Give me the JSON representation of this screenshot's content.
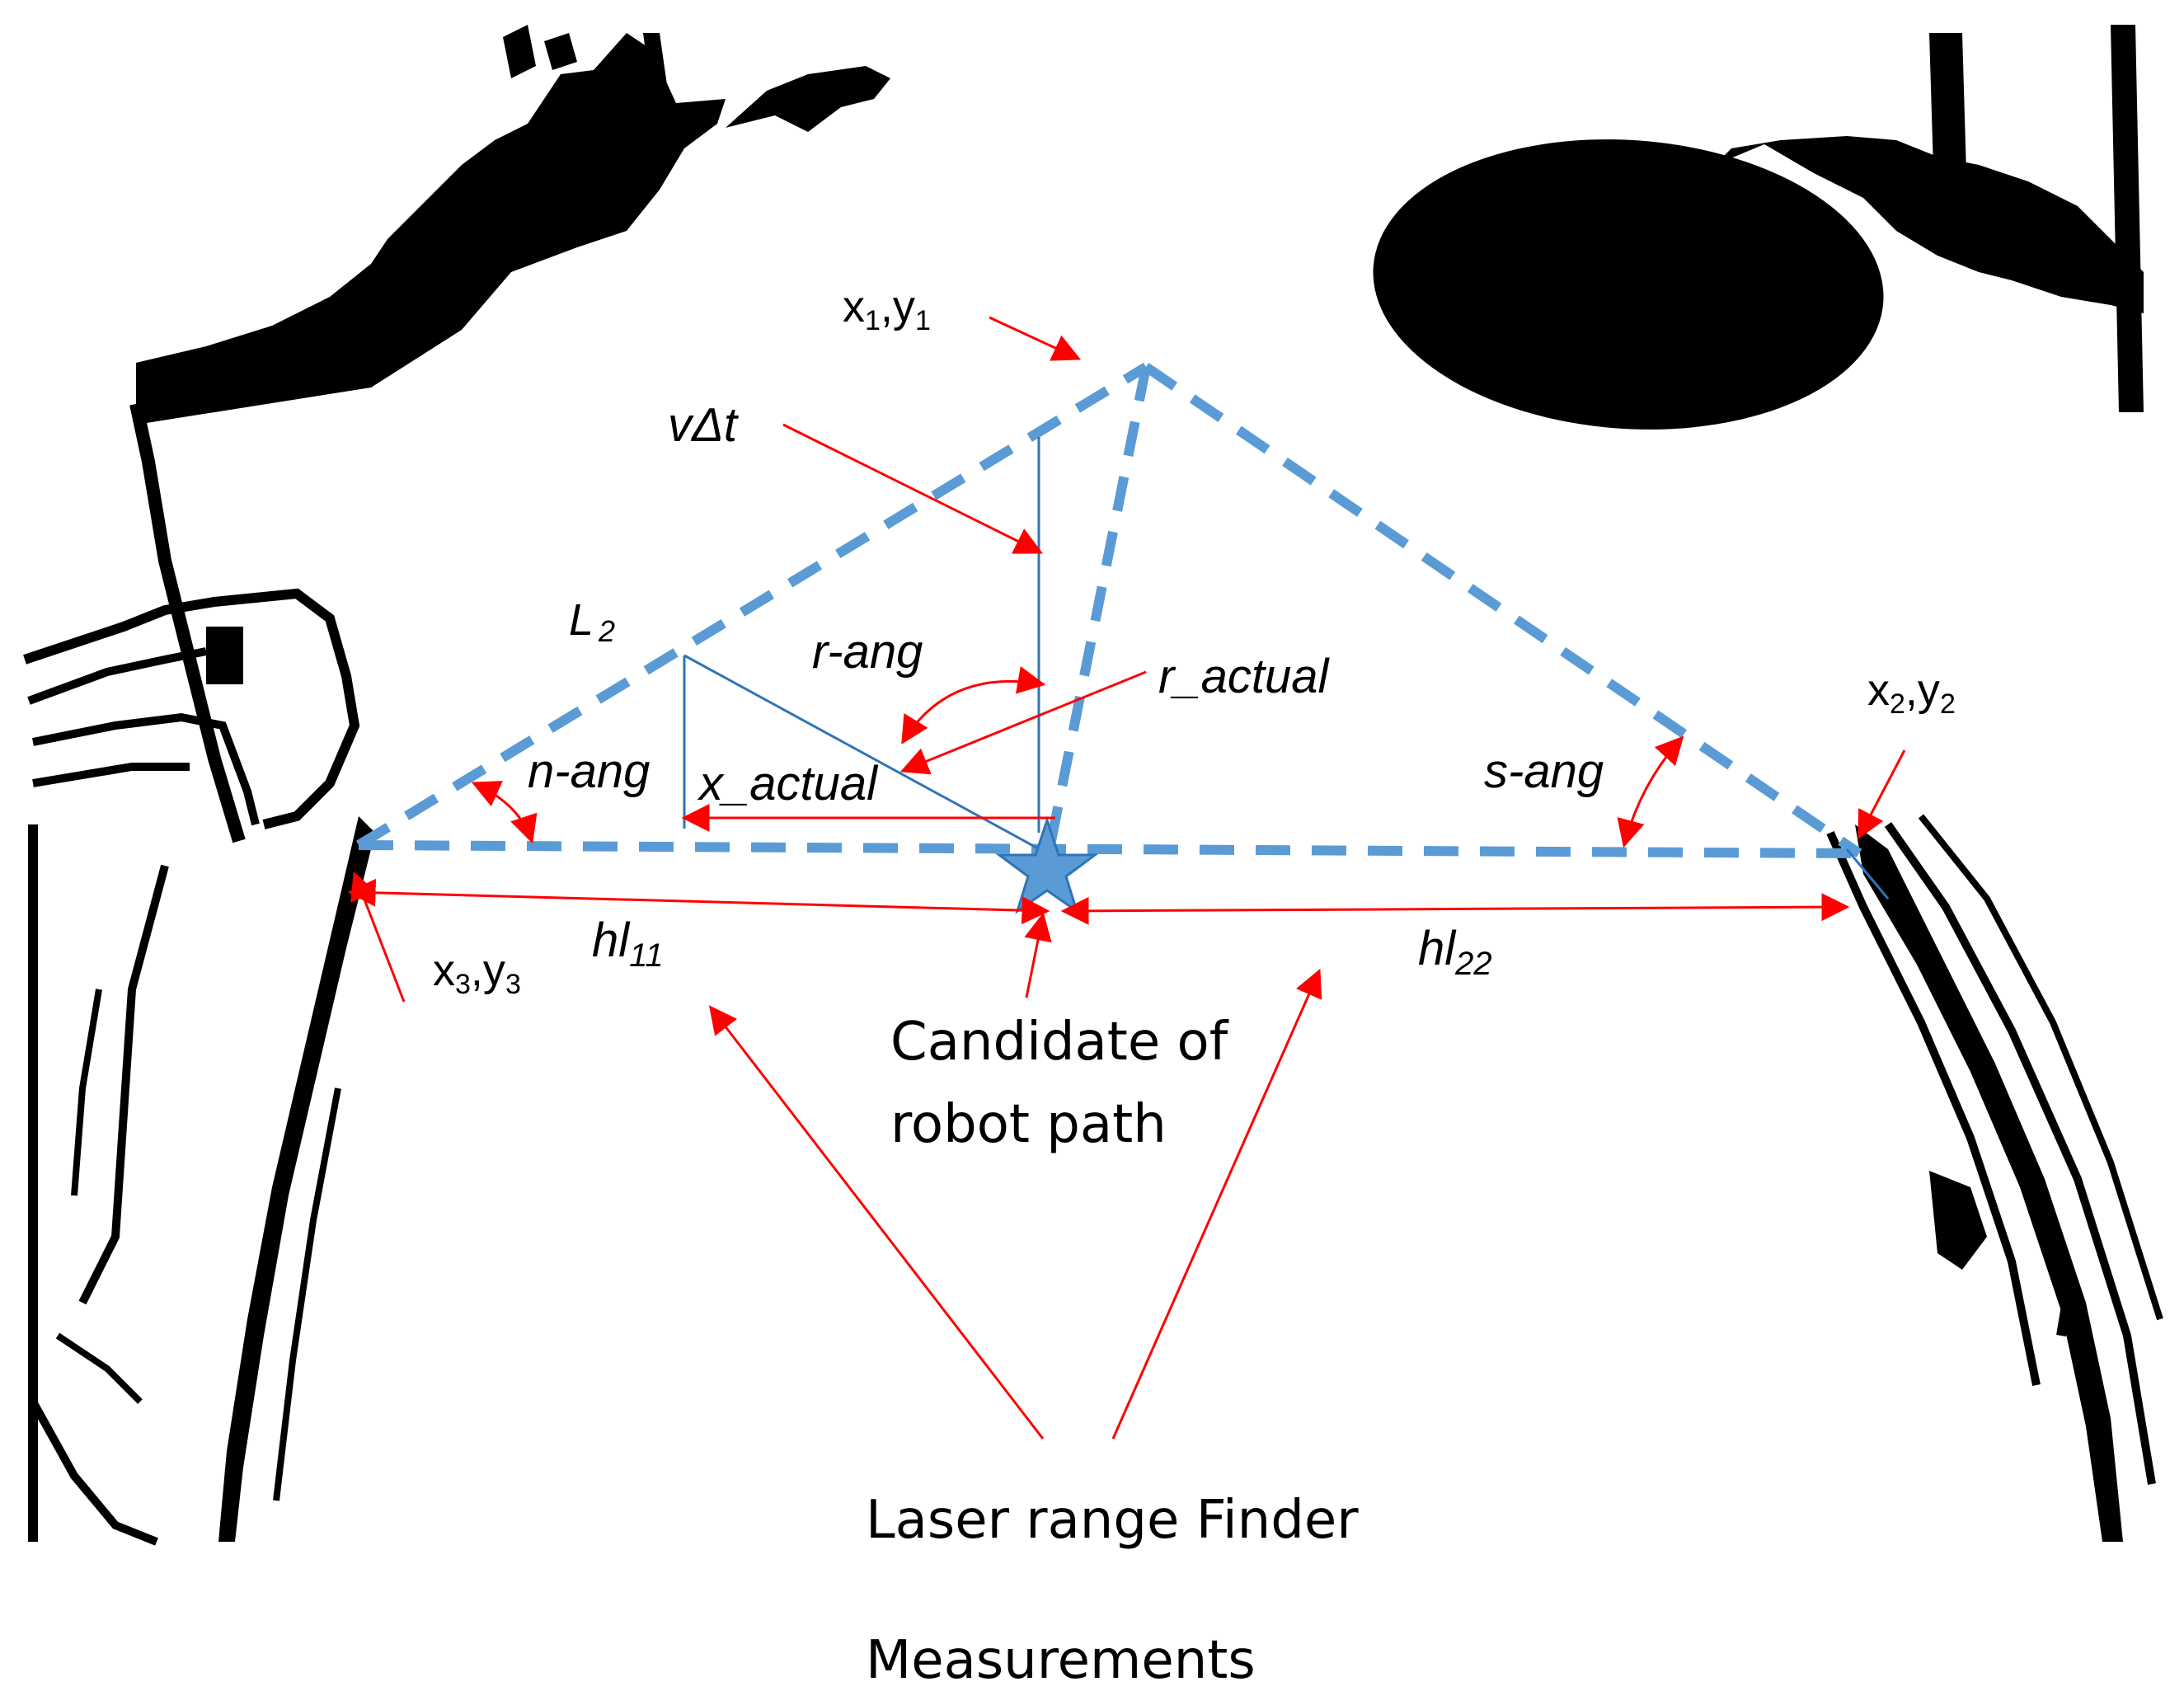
{
  "colors": {
    "dashed": "#5b9bd5",
    "thin": "#2e75b6",
    "arrow": "#ff0000",
    "ink": "#000000",
    "star": "#5b9bd5"
  },
  "labels": {
    "p1": {
      "base": "x",
      "s1": "1",
      "mid": ",y",
      "s2": "1"
    },
    "p2": {
      "base": "x",
      "s1": "2",
      "mid": ",y",
      "s2": "2"
    },
    "p3": {
      "base": "x",
      "s1": "3",
      "mid": ",y",
      "s2": "3"
    },
    "vdt": "vΔt",
    "L2": {
      "base": "L",
      "sub": "2"
    },
    "r_ang": "r-ang",
    "r_actual": "r_actual",
    "n_ang": "n-ang",
    "x_actual": "x_actual",
    "s_ang": "s-ang",
    "hl11": {
      "base": "hl",
      "sub": "11"
    },
    "hl22": {
      "base": "hl",
      "sub": "22"
    },
    "candidate_line1": "Candidate of",
    "candidate_line2": "robot path",
    "laser_line1": "Laser range Finder",
    "laser_line2": "Measurements"
  },
  "icons": {
    "star": "star-icon",
    "laser_rangefinder": "laser-rangefinder-arrows"
  }
}
